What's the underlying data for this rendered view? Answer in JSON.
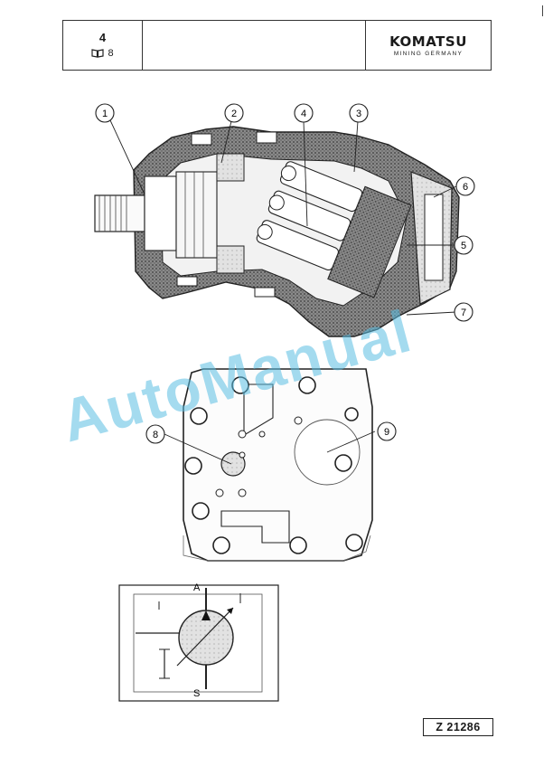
{
  "header": {
    "section_number": "4",
    "book_page": "8",
    "brand": "KOMATSU",
    "brand_subline": "MINING GERMANY"
  },
  "figure": {
    "callouts": [
      "1",
      "2",
      "3",
      "4",
      "5",
      "6",
      "7",
      "8",
      "9"
    ],
    "schematic_port_top": "A",
    "schematic_port_bottom": "S"
  },
  "footer": {
    "figure_id": "Z 21286"
  },
  "watermark": {
    "text": "AutoManual"
  },
  "colors": {
    "ink": "#1a1a1a",
    "watermark": "#5abee1"
  }
}
